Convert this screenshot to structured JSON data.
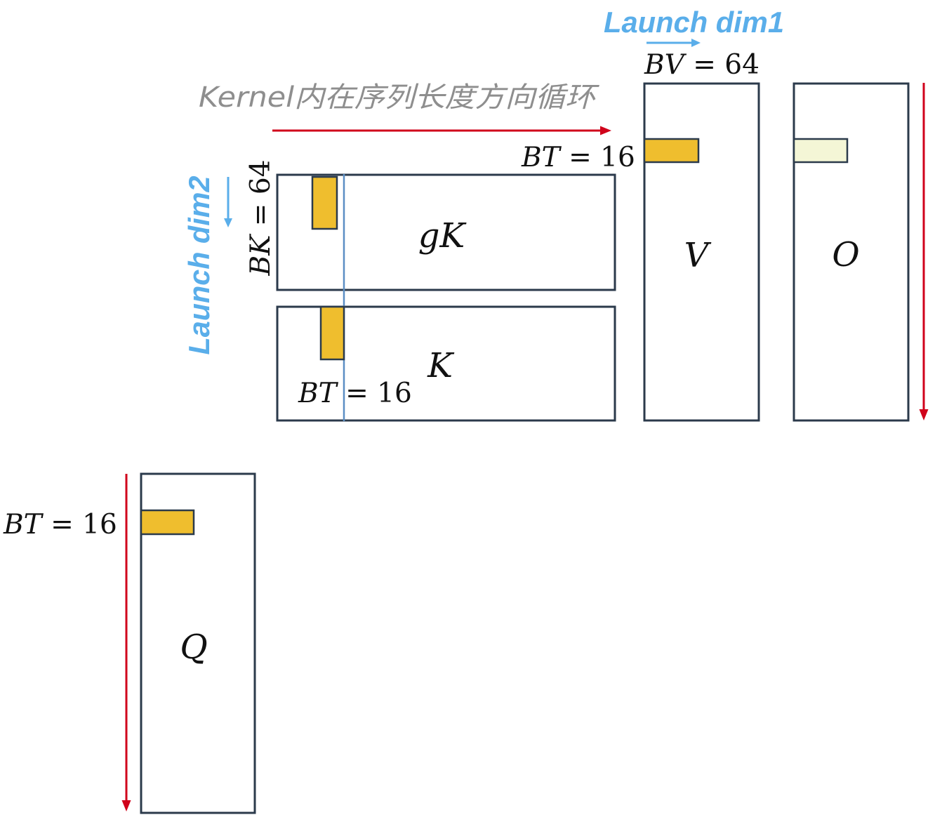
{
  "annotations": {
    "launch_dim1": "Launch dim1",
    "launch_dim2": "Launch dim2",
    "kernel_loop": "Kernel内在序列长度方向循环"
  },
  "block_sizes": {
    "bv": {
      "symbol": "BV",
      "rest": "= 64"
    },
    "bk": {
      "symbol": "BK",
      "rest": "= 64"
    },
    "bt_v": {
      "symbol": "BT",
      "rest": "= 16"
    },
    "bt_k": {
      "symbol": "BT",
      "rest": "= 16"
    },
    "bt_q": {
      "symbol": "BT",
      "rest": "= 16"
    }
  },
  "matrices": {
    "gk": {
      "label": "gK"
    },
    "k": {
      "label": "K"
    },
    "v": {
      "label": "V"
    },
    "o": {
      "label": "O"
    },
    "q": {
      "label": "Q"
    }
  },
  "colors": {
    "border": "#2b3a4b",
    "block_fill": "#efbe2e",
    "output_block_fill": "#f4f6d6",
    "loop_arrow": "#d0021b",
    "launch_accent": "#5aaeea",
    "cursor_line": "#5b8ec4",
    "kernel_text": "#8e8e8e"
  }
}
